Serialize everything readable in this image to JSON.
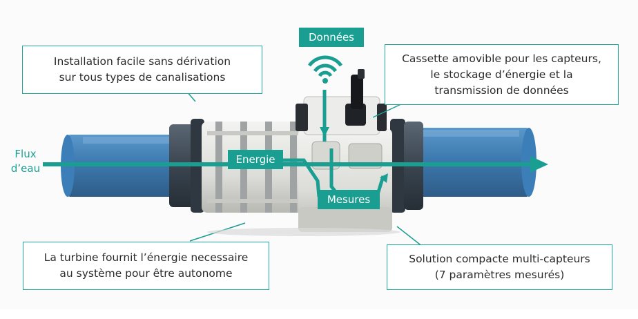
{
  "labels": {
    "flux": [
      "Flux",
      "d’eau"
    ],
    "donnees": "Données",
    "energie": "Energie",
    "mesures": "Mesures"
  },
  "callouts": {
    "installation": [
      "Installation facile sans dérivation",
      "sur tous types de canalisations"
    ],
    "cassette": [
      "Cassette amovible pour les capteurs,",
      "le stockage d’énergie et la",
      "transmission de données"
    ],
    "turbine": [
      "La turbine fournit l’énergie necessaire",
      "au système pour être autonome"
    ],
    "solution": [
      "Solution compacte multi-capteurs",
      "(7 paramètres mesurés)"
    ]
  },
  "colors": {
    "accent": "#1a9e91",
    "pipe": "#2c6ea8",
    "flange": "#3a4550",
    "body": "#e4e4e0"
  },
  "icons": {
    "wireless": "wifi-icon"
  }
}
